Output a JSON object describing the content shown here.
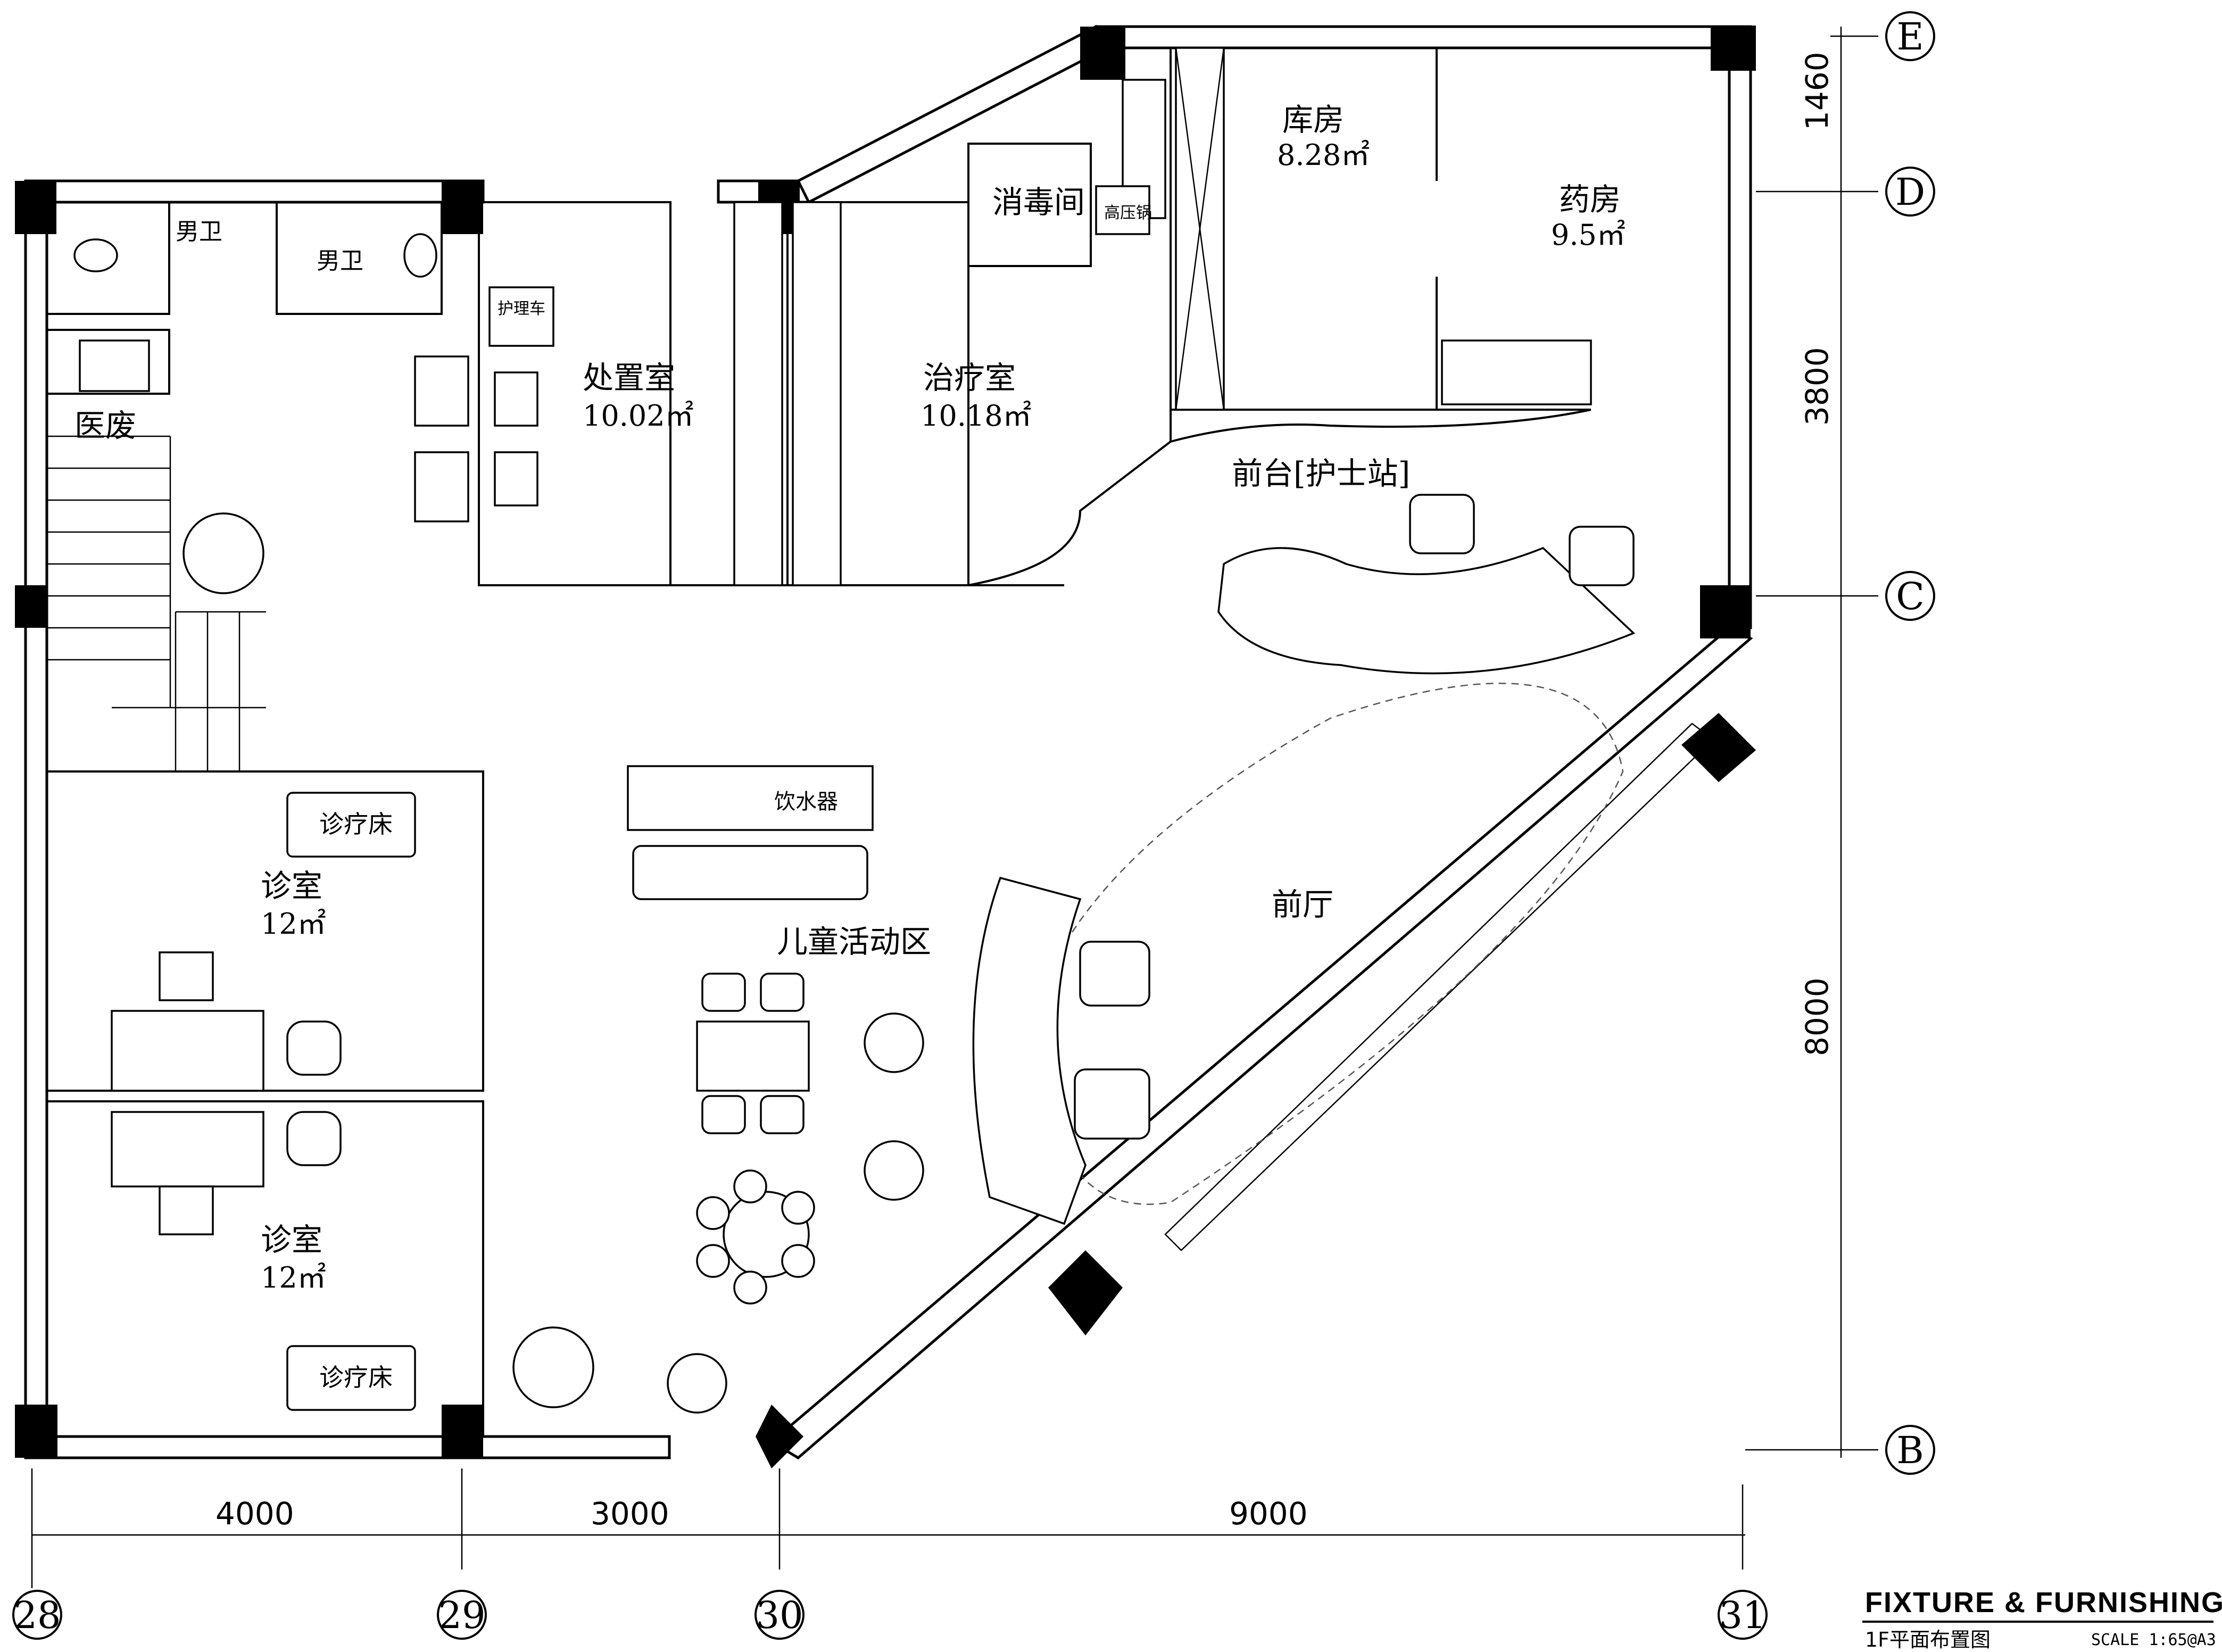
{
  "rooms": {
    "mens_wc_1": "男卫",
    "mens_wc_2": "男卫",
    "medical_waste": "医废",
    "treatment_prep": {
      "name": "处置室",
      "area": "10.02㎡"
    },
    "cart": "护理车",
    "disinfection": "消毒间",
    "autoclave": "高压锅",
    "therapy": {
      "name": "治疗室",
      "area": "10.18㎡"
    },
    "storage": {
      "name": "库房",
      "area": "8.28㎡"
    },
    "pharmacy": {
      "name": "药房",
      "area": "9.5㎡"
    },
    "reception": "前台[护士站]",
    "lobby": "前厅",
    "kids_area": "儿童活动区",
    "water_dispenser": "饮水器",
    "exam_1": {
      "name": "诊室",
      "area": "12㎡",
      "bed": "诊疗床"
    },
    "exam_2": {
      "name": "诊室",
      "area": "12㎡",
      "bed": "诊疗床"
    }
  },
  "dimensions": {
    "bottom": [
      "4000",
      "3000",
      "9000"
    ],
    "right": [
      "1460",
      "3800",
      "8000"
    ]
  },
  "grid": {
    "columns": [
      "28",
      "29",
      "30",
      "31"
    ],
    "rows": [
      "E",
      "D",
      "C",
      "B"
    ]
  },
  "titleblock": {
    "title": "FIXTURE & FURNISHING PLAN",
    "subtitle": "1F平面布置图",
    "scale": "SCALE 1:65@A3"
  }
}
